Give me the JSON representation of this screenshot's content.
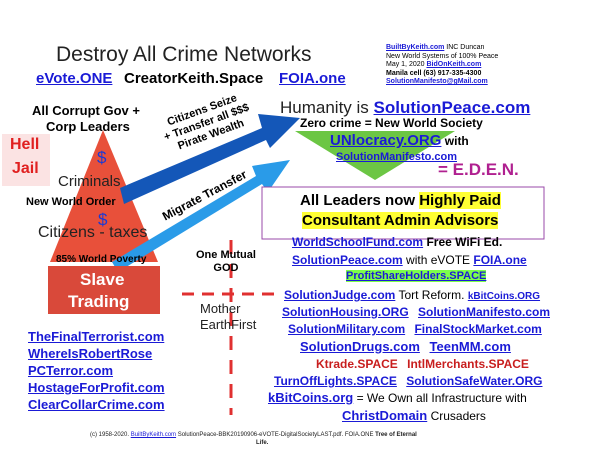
{
  "title": "Destroy All Crime Networks",
  "top_links": {
    "evote": "eVote.ONE",
    "creator": "CreatorKeith.Space",
    "foia": "FOIA.one"
  },
  "info_box": {
    "line1_link": "BuiltByKeith.com",
    "line1_rest": " INC Duncan",
    "line2": "New World Systems of 100% Peace",
    "line3_date": "May 1, 2020  ",
    "line3_link": "BidOnKeith.com",
    "line4": "Manila cell (63) 917-335-4300",
    "line5": "SolutionManifesto@gMail.com"
  },
  "left": {
    "corrupt": "All Corrupt Gov +",
    "corp": "Corp Leaders",
    "hell": "Hell",
    "jail": "Jail",
    "dollar1": "$",
    "dollar2": "$",
    "criminals": "Criminals",
    "nwo": "New World Order",
    "citizens": "Citizens - taxes",
    "poverty": "85% World Poverty",
    "slave1": "Slave",
    "slave2": "Trading"
  },
  "arrows": {
    "seize1": "Citizens Seize",
    "seize2": "+ Transfer all $$$",
    "seize3": "Pirate Wealth",
    "migrate": "Migrate Transfer"
  },
  "right": {
    "humanity_prefix": "Humanity is ",
    "humanity_link": "SolutionPeace.com",
    "zero_crime": "Zero crime = New World Society",
    "unlocracy": "UNlocracy.ORG",
    "with": " with",
    "manifesto": "SolutionManifesto.com",
    "eden": "= E.D.E.N."
  },
  "leaders_box": {
    "line1_a": "All Leaders now ",
    "line1_b": "Highly Paid",
    "line2": "Consultant Admin Advisors"
  },
  "center": {
    "mutual1": "One Mutual",
    "mutual2": "GOD",
    "mother1": "Mother",
    "mother2": "EarthFirst"
  },
  "bottom_left_links": [
    "TheFinalTerrorist.com",
    "WhereIsRobertRose",
    "PCTerror.com",
    "HostageForProfit.com",
    "ClearCollarCrime.com"
  ],
  "right_list": {
    "wsf": "WorldSchoolFund.com",
    "wifi": "  Free WiFi Ed.",
    "sp": "SolutionPeace.com",
    "sp_with": " with eVOTE ",
    "sp_foia": "FOIA.one",
    "psh": "ProfitShareHolders.SPACE",
    "sj": "SolutionJudge.com",
    "tort": " Tort Reform. ",
    "kbit_small": "kBitCoins.ORG",
    "sh": "SolutionHousing.ORG",
    "sm": "SolutionManifesto.com",
    "smil": "SolutionMilitary.com",
    "fsm": "FinalStockMarket.com",
    "sd": "SolutionDrugs.com",
    "tmm": "TeenMM.com",
    "ktrade": "Ktrade.SPACE",
    "intl": "IntlMerchants.SPACE",
    "tol": "TurnOffLights.SPACE",
    "ssw": "SolutionSafeWater.ORG",
    "kbit": "kBitCoins.org",
    "own": " = We Own all Infrastructure with",
    "christ": "ChristDomain",
    "crusaders": " Crusaders"
  },
  "footer": {
    "copy": "(c) 1958-2020. ",
    "copy_link": "BuiltByKeith.com",
    "file": "    SolutionPeace-BBK20190906-eVOTE-DigitalSocietyLAST.pdf.    FOIA.ONE   ",
    "tree1": "Tree of Eternal",
    "tree2": "Life."
  },
  "colors": {
    "triangle": "#e8503a",
    "slave_box": "#d9493a",
    "arrow_dark": "#1457b8",
    "arrow_light": "#2a9be8",
    "green": "#6cc644",
    "eden": "#b02090",
    "hell_bg": "#fbe3e3",
    "hell_text": "#e02020",
    "cross": "#e03030"
  }
}
